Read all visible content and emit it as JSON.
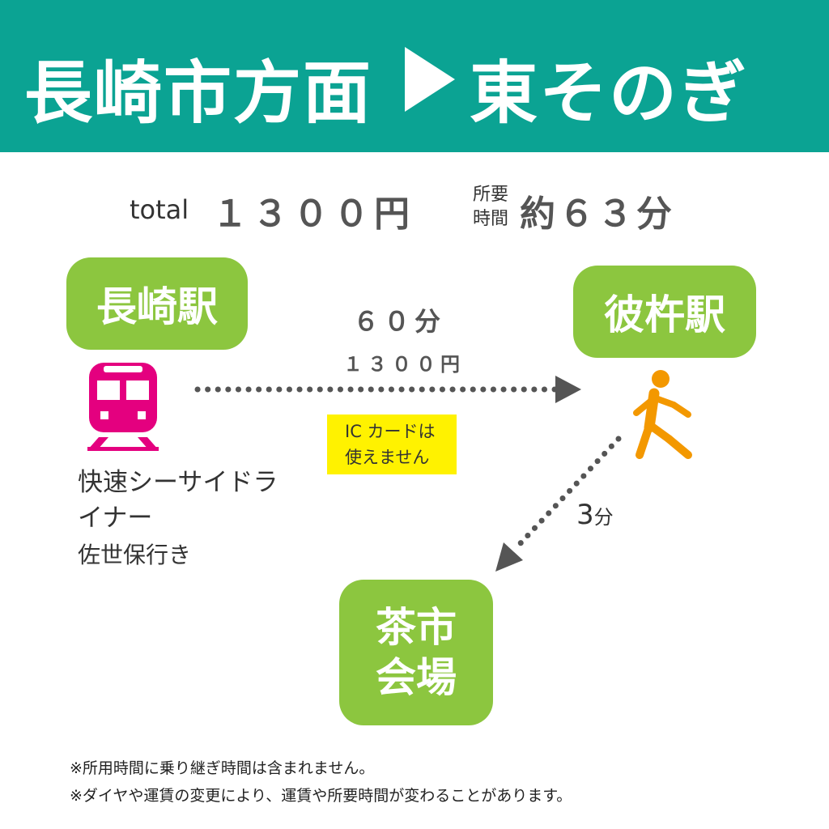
{
  "header": {
    "from": "長崎市方面",
    "to": "東そのぎ"
  },
  "summary": {
    "total_label": "total",
    "total_value": "１３００円",
    "time_label": "所要時間",
    "time_value": "約６３分"
  },
  "stations": {
    "start": "長崎駅",
    "transfer": "彼杵駅",
    "destination": "茶市会場"
  },
  "train_segment": {
    "time": "６０分",
    "fare": "１３００円",
    "ic_note_line1": "IC カードは",
    "ic_note_line2": "使えません",
    "train_name": "快速シーサイドライナー",
    "destination": "佐世保行き"
  },
  "walk_segment": {
    "time_number": "3",
    "time_unit": "分"
  },
  "notes": [
    "※所用時間に乗り継ぎ時間は含まれません。",
    "※ダイヤや運賃の変更により、運賃や所要時間が変わることがあります。"
  ],
  "icons": {
    "train": "train-icon",
    "walk": "walking-person-icon"
  },
  "colors": {
    "header": "#0ba393",
    "station": "#8cc63f",
    "train_icon": "#e4007f",
    "walker": "#f39800",
    "ic_note_bg": "#fff200",
    "dotted_line": "#555555"
  }
}
